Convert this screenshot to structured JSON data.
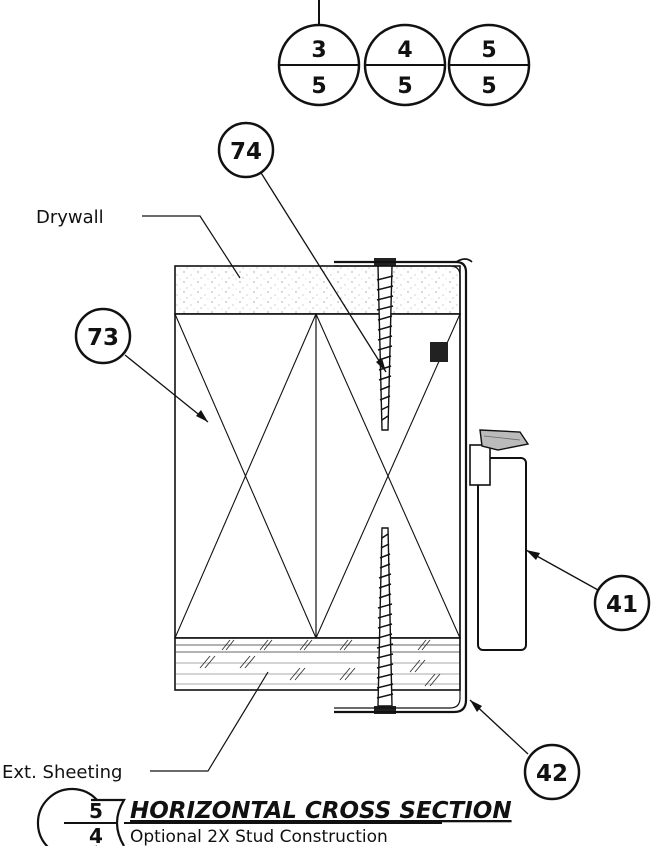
{
  "reference_bubbles": [
    {
      "top": "3",
      "bottom": "5"
    },
    {
      "top": "4",
      "bottom": "5"
    },
    {
      "top": "5",
      "bottom": "5"
    }
  ],
  "callouts": {
    "c74": "74",
    "c73": "73",
    "c41": "41",
    "c42": "42"
  },
  "labels": {
    "drywall": "Drywall",
    "ext_sheeting": "Ext. Sheeting"
  },
  "title_block": {
    "detail_number": "5",
    "sheet_number": "4",
    "title": "HORIZONTAL CROSS SECTION",
    "subtitle": "Optional 2X Stud Construction"
  }
}
